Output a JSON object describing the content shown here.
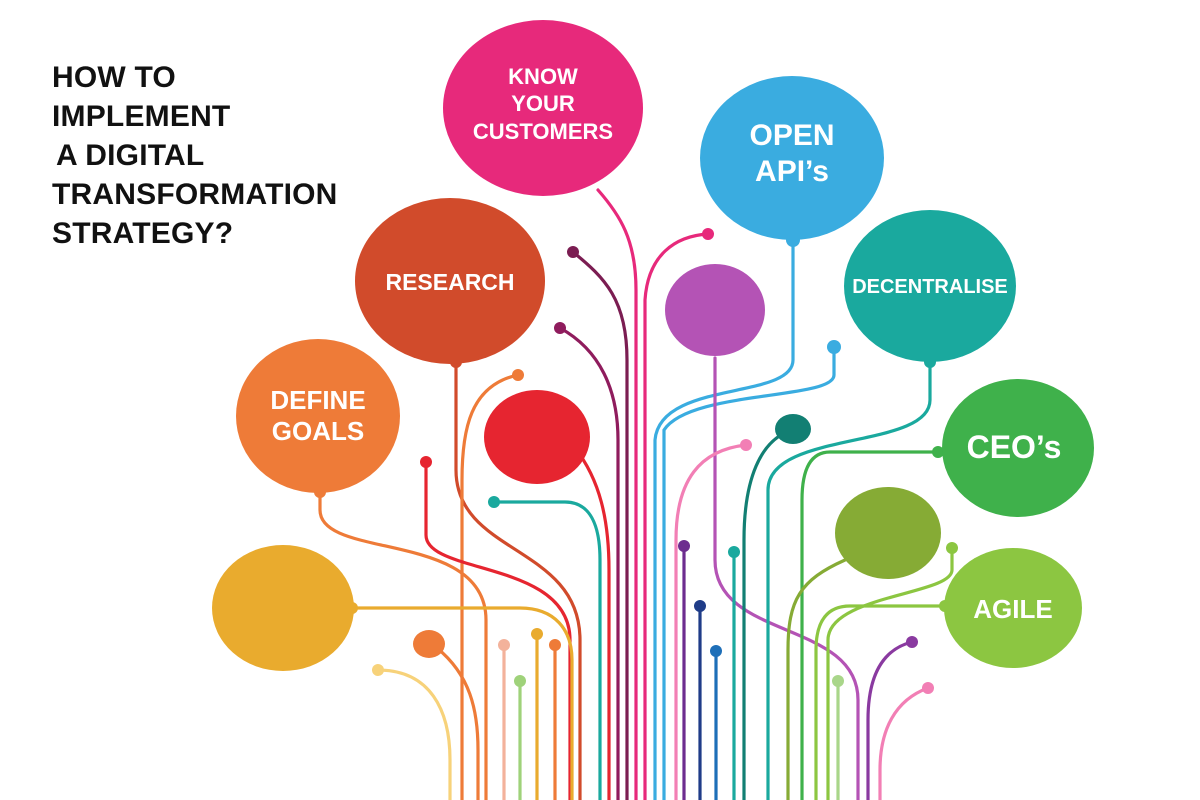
{
  "title": {
    "lines": [
      "HOW TO",
      "IMPLEMENT",
      "A DIGITAL",
      "TRANSFORMATION",
      "STRATEGY?"
    ]
  },
  "bubbles": {
    "know_your_customers": [
      "KNOW",
      "YOUR",
      "CUSTOMERS"
    ],
    "open_apis": [
      "OPEN",
      "API’s"
    ],
    "research": "RESEARCH",
    "decentralise": "DECENTRALISE",
    "define_goals": [
      "DEFINE",
      "GOALS"
    ],
    "ceos": "CEO’s",
    "agile": "AGILE"
  },
  "colors": {
    "pink": "#e7297b",
    "blue": "#3aace0",
    "research": "#d14b2b",
    "teal": "#1aa99e",
    "purple": "#b453b5",
    "orange": "#ee7b38",
    "red": "#e62530",
    "dark_teal": "#127f73",
    "green": "#3fb14b",
    "olive": "#86ab35",
    "light_green": "#8cc641",
    "yellow": "#e9ab2e"
  }
}
